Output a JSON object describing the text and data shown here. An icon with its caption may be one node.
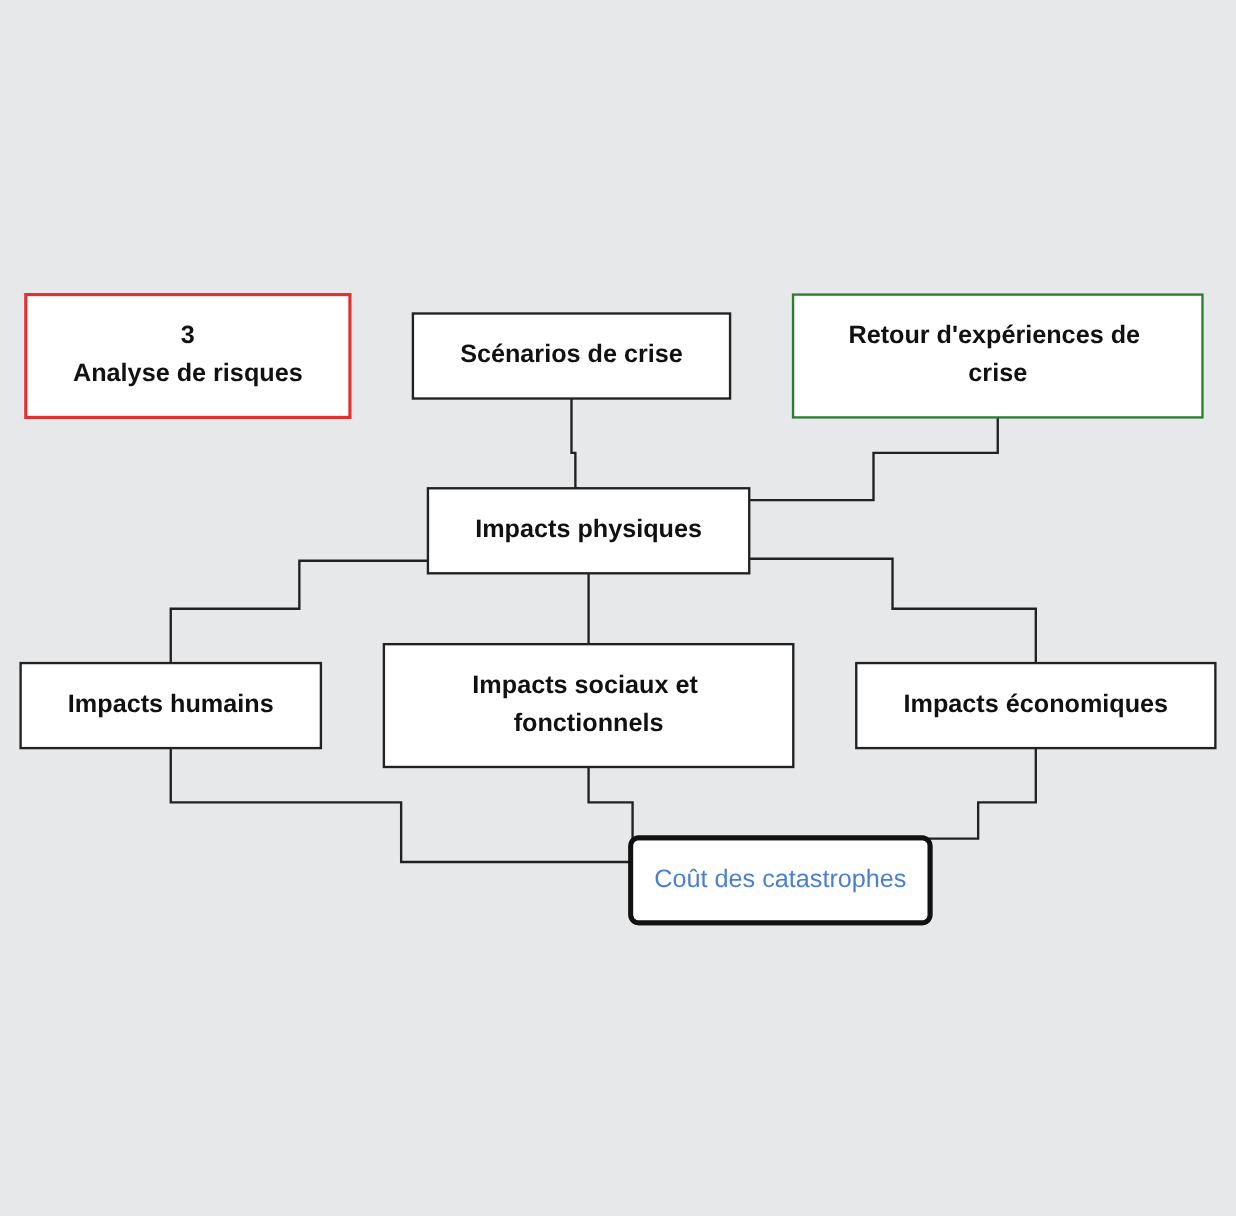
{
  "diagram": {
    "nodes": [
      {
        "text": [
          "3",
          "Analyse de risques"
        ]
      },
      {
        "text": [
          "Scénarios de crise"
        ]
      },
      {
        "text": [
          "Retour d'expériences de crise"
        ]
      },
      {
        "text": [
          "Impacts physiques"
        ]
      },
      {
        "text": [
          "Impacts humains"
        ]
      },
      {
        "text": [
          "Impacts sociaux et fonctionnels"
        ]
      },
      {
        "text": [
          "Impacts économiques"
        ]
      },
      {
        "text": [
          "Coût des catastrophes"
        ]
      }
    ],
    "edges": [
      {
        "from": 1,
        "to": 3,
        "arrow": "none"
      },
      {
        "from": 2,
        "to": 3,
        "arrow": "none"
      },
      {
        "from": 3,
        "to": 4,
        "arrow": "none"
      },
      {
        "from": 3,
        "to": 5,
        "arrow": "none"
      },
      {
        "from": 3,
        "to": 6,
        "arrow": "none"
      },
      {
        "from": 4,
        "to": 7,
        "arrow": "none"
      },
      {
        "from": 5,
        "to": 7,
        "arrow": "none"
      },
      {
        "from": 6,
        "to": 7,
        "arrow": "none"
      }
    ]
  }
}
